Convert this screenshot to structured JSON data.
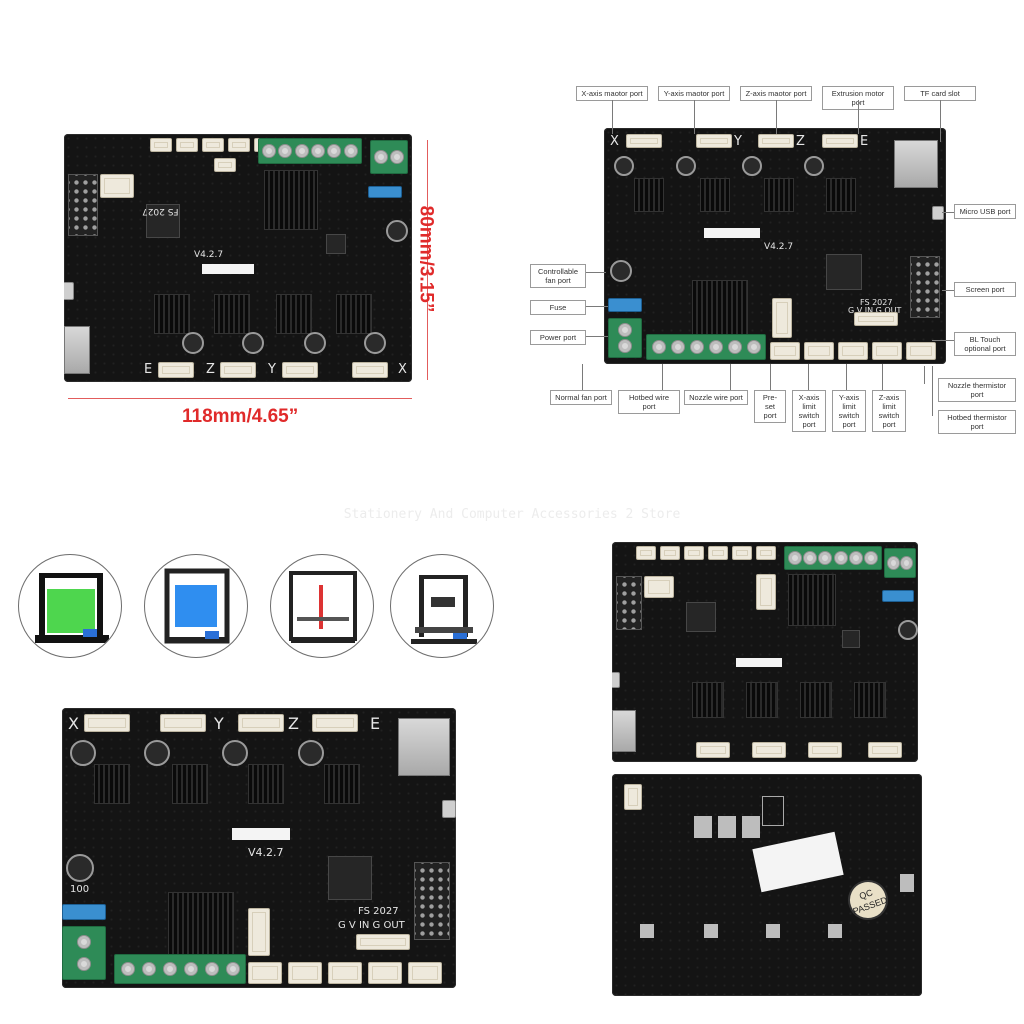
{
  "panel_dimensions": {
    "height_label": "80mm/3.15”",
    "width_label": "118mm/4.65”"
  },
  "board_silkscreen": {
    "axis_x": "X",
    "axis_y": "Y",
    "axis_z": "Z",
    "axis_e": "E",
    "version": "V4.2.7",
    "batch": "FS 2027",
    "header_pins": "G V IN G OUT",
    "cap_value": "100",
    "qc_label": "QC PASSED"
  },
  "callouts": {
    "x_motor": "X-axis maotor port",
    "y_motor": "Y-axis maotor port",
    "z_motor": "Z-axis maotor port",
    "extrusion_motor": "Extrusion motor port",
    "tf_card": "TF card slot",
    "micro_usb": "Micro USB port",
    "controllable_fan": "Controllable fan port",
    "screen": "Screen port",
    "fuse": "Fuse",
    "power": "Power port",
    "bltouch": "BL Touch optional port",
    "normal_fan": "Normal fan port",
    "hotbed_wire": "Hotbed wire port",
    "nozzle_wire": "Nozzle wire port",
    "preset": "Pre-set port",
    "x_limit": "X-axis limit switch port",
    "y_limit": "Y-axis limit switch port",
    "z_limit": "Z-axis limit switch port",
    "nozzle_thermistor": "Nozzle thermistor port",
    "hotbed_thermistor": "Hotbed thermistor port"
  },
  "watermark": "Stationery And Computer Accessories 2 Store",
  "printers": [
    {
      "icon": "printer-green-enclosure-icon"
    },
    {
      "icon": "printer-blue-corexy-icon"
    },
    {
      "icon": "printer-ender5-icon"
    },
    {
      "icon": "printer-ender3-icon"
    }
  ],
  "colors": {
    "pcb": "#141414",
    "terminal": "#2e8b57",
    "fuse": "#3a8fd0",
    "dimension": "#e02a2a"
  }
}
